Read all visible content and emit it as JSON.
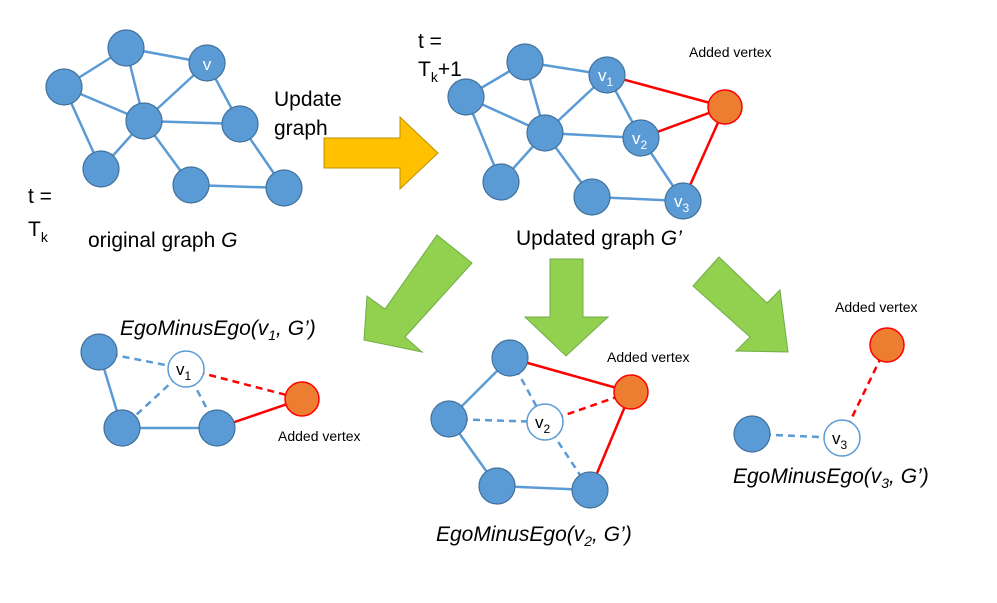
{
  "colors": {
    "node_blue": "#5b9bd5",
    "node_blue_stroke": "#41719c",
    "edge_blue": "#5b9bd5",
    "edge_red": "#ff0000",
    "node_orange": "#ed7d31",
    "arrow_yellow": "#ffc000",
    "arrow_green": "#92d050"
  },
  "labels": {
    "t_eq": "t =",
    "tk_main": "T",
    "tk_sub": "k",
    "plus_one": "+1",
    "update_line1": "Update",
    "update_line2": "graph",
    "original_graph": "original graph ",
    "original_graph_var": "G",
    "updated_graph": "Updated graph ",
    "updated_graph_var": "G’",
    "added_vertex": "Added vertex",
    "v": "v",
    "v1_sub": "1",
    "v2_sub": "2",
    "v3_sub": "3",
    "ego_prefix": "EgoMinusEgo(",
    "ego_suffix": ", G’)"
  }
}
